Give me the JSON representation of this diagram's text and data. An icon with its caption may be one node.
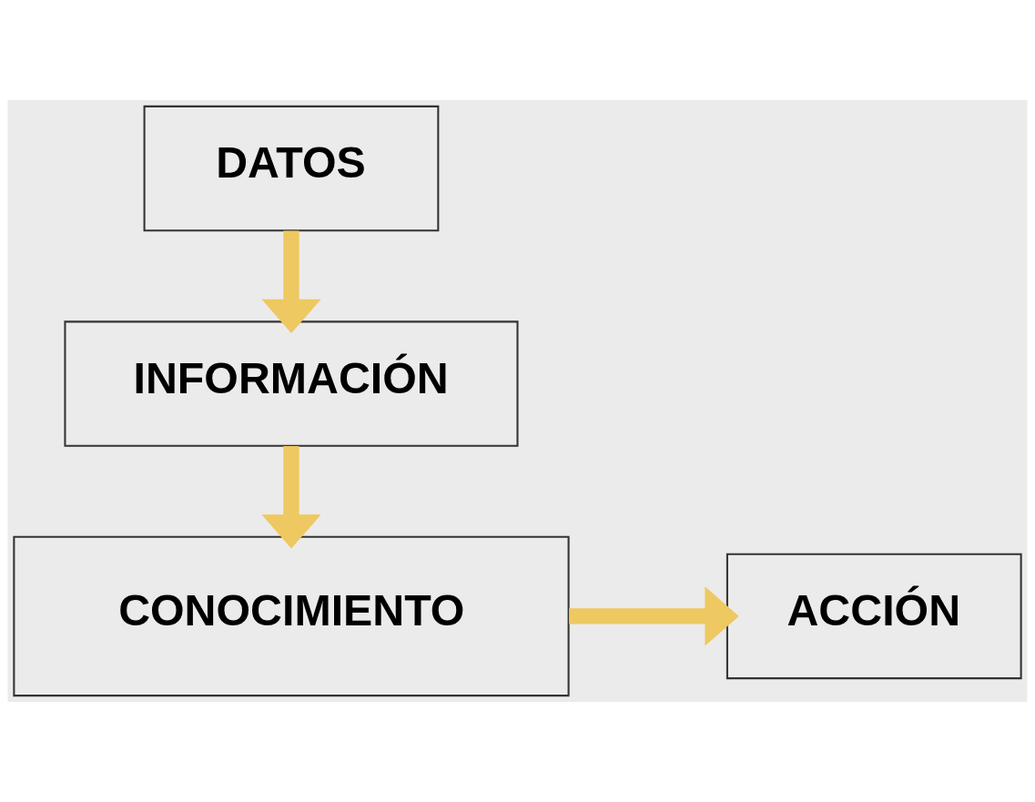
{
  "diagram": {
    "nodes": [
      {
        "text": [
          "DATOS"
        ]
      },
      {
        "text": [
          "INFORMACIÓN"
        ]
      },
      {
        "text": [
          "CONOCIMIENTO"
        ]
      },
      {
        "text": [
          "ACCIÓN"
        ]
      }
    ],
    "edges": [
      {
        "from": 0,
        "to": 1,
        "arrow": "to"
      },
      {
        "from": 1,
        "to": 2,
        "arrow": "to"
      },
      {
        "from": 2,
        "to": 3,
        "arrow": "to"
      }
    ]
  }
}
